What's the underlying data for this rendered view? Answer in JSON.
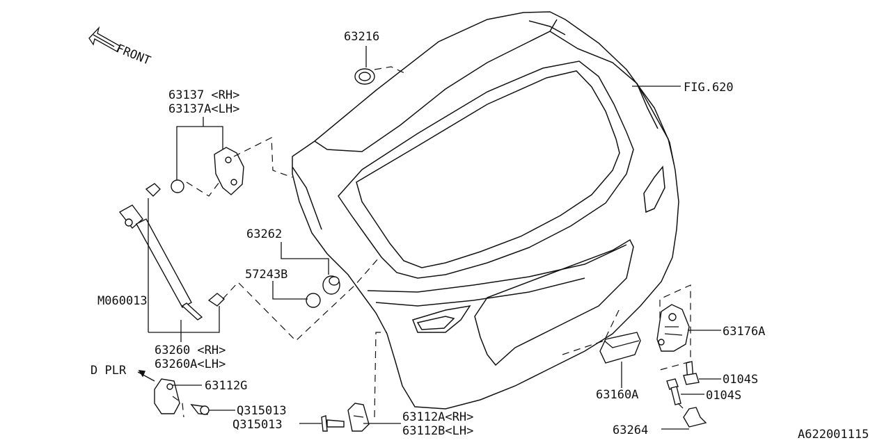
{
  "figure_id": "A622001115",
  "front_label": "FRONT",
  "callouts": {
    "p63216": "63216",
    "fig620": "FIG.620",
    "p63137_rh": "63137  <RH>",
    "p63137a_lh": "63137A<LH>",
    "p63262": "63262",
    "p57243b": "57243B",
    "m060013": "M060013",
    "p63260_rh": "63260  <RH>",
    "p63260a_lh": "63260A<LH>",
    "dplr": "D PLR",
    "p63112g": "63112G",
    "q315013_a": "Q315013",
    "q315013_b": "Q315013",
    "p63112a_rh": "63112A<RH>",
    "p63112b_lh": "63112B<LH>",
    "p63160a": "63160A",
    "p63176a": "63176A",
    "p0104s_a": "0104S",
    "p0104s_b": "0104S",
    "p63264": "63264"
  }
}
